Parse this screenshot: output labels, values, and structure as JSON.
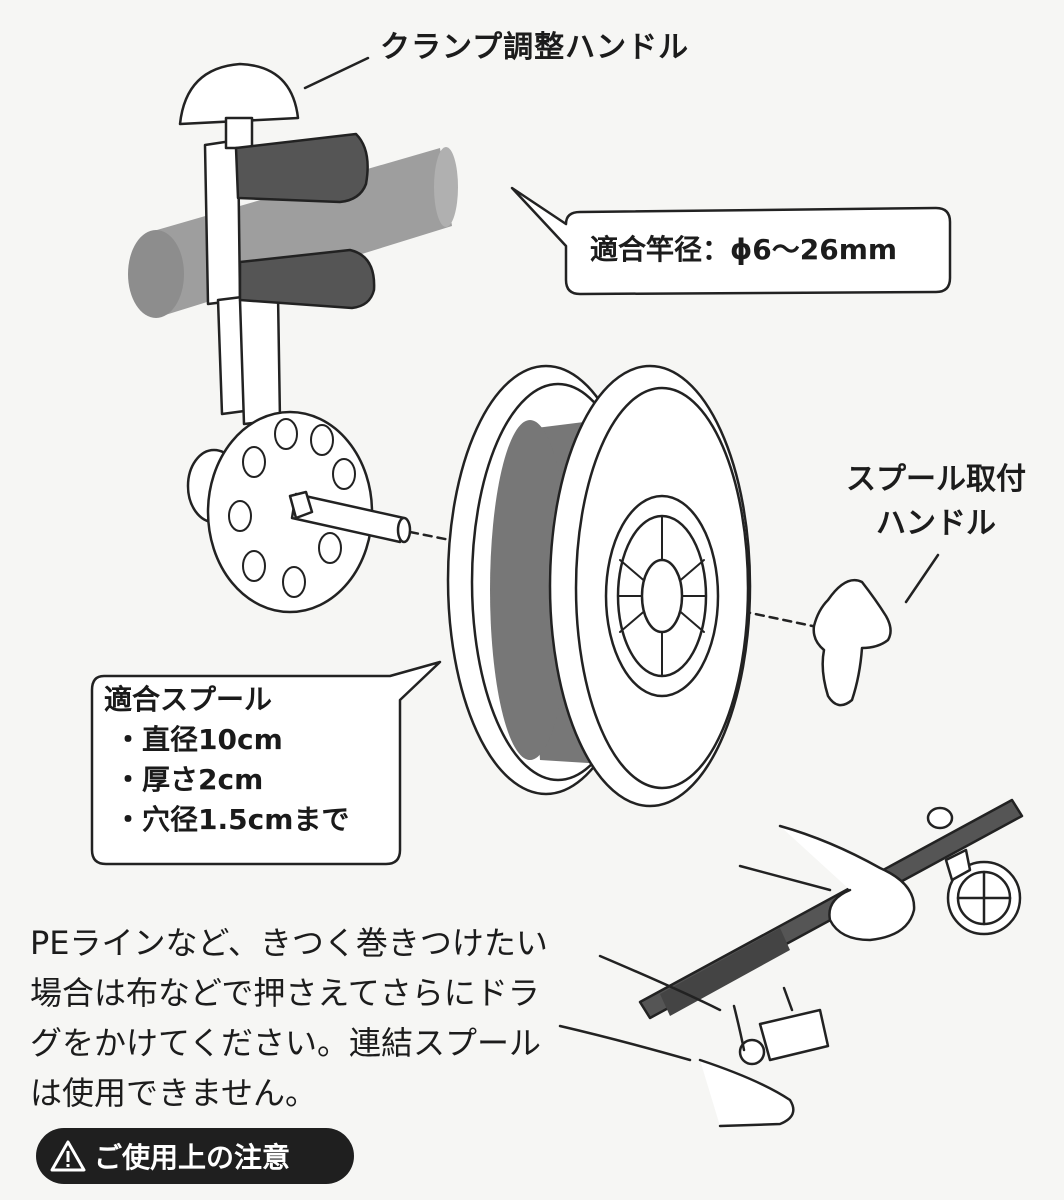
{
  "labels": {
    "clamp_handle": "クランプ調整ハンドル",
    "rod_diameter": "適合竿径：ϕ6～26mm",
    "spool_handle_line1": "スプール取付",
    "spool_handle_line2": "ハンドル"
  },
  "spool_spec": {
    "title": "適合スプール",
    "items": [
      "・直径10cm",
      "・厚さ2cm",
      "・穴径1.5cmまで"
    ]
  },
  "note": "PEラインなど、きつく巻きつけたい場合は布などで押さえてさらにドラグをかけてください。連結スプールは使用できません。",
  "caution": {
    "label": "ご使用上の注意",
    "icon": "warning-icon"
  },
  "colors": {
    "background": "#f6f6f4",
    "clamp_pad": "#555555",
    "rod": "#9a9a9a",
    "spool_line": "#777777",
    "caution_bg": "#1f1f1f"
  }
}
